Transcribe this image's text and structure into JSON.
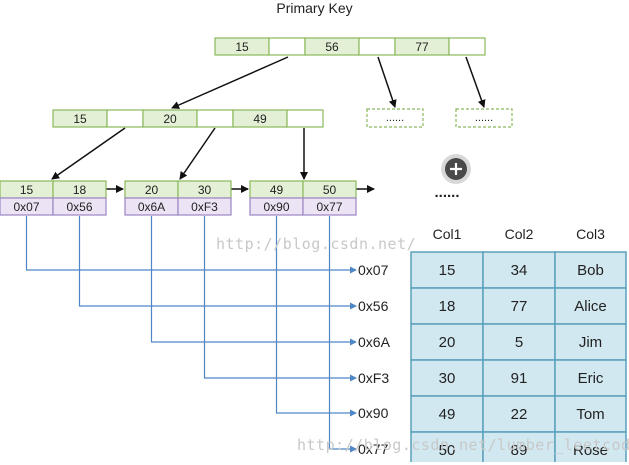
{
  "title": "Primary Key",
  "root_keys": [
    "15",
    "56",
    "77"
  ],
  "inner_keys": [
    "15",
    "20",
    "49"
  ],
  "more_children": [
    "......",
    "......"
  ],
  "leaves": [
    {
      "keys": [
        "15",
        "18"
      ],
      "ptrs": [
        "0x07",
        "0x56"
      ]
    },
    {
      "keys": [
        "20",
        "30"
      ],
      "ptrs": [
        "0x6A",
        "0xF3"
      ]
    },
    {
      "keys": [
        "49",
        "50"
      ],
      "ptrs": [
        "0x90",
        "0x77"
      ]
    }
  ],
  "leaf_ellipsis": "......",
  "pointers": [
    "0x07",
    "0x56",
    "0x6A",
    "0xF3",
    "0x90",
    "0x77"
  ],
  "table": {
    "headers": [
      "Col1",
      "Col2",
      "Col3"
    ],
    "rows": [
      [
        "15",
        "34",
        "Bob"
      ],
      [
        "18",
        "77",
        "Alice"
      ],
      [
        "20",
        "5",
        "Jim"
      ],
      [
        "30",
        "91",
        "Eric"
      ],
      [
        "49",
        "22",
        "Tom"
      ],
      [
        "50",
        "89",
        "Rose"
      ]
    ]
  },
  "add_icon": "plus-circle-icon",
  "watermarks": [
    "http://blog.csdn.net/",
    "http://blog.csdn.net/lumber_leetcode"
  ],
  "colors": {
    "key_fill": "#e4f0d6",
    "key_border": "#8ab85a",
    "ptr_fill": "#ece4f4",
    "ptr_border": "#9c84c4",
    "table_fill": "#d2e8f0",
    "table_border": "#5aa0bc",
    "connector": "#4f86c6",
    "arrow": "#111111"
  }
}
